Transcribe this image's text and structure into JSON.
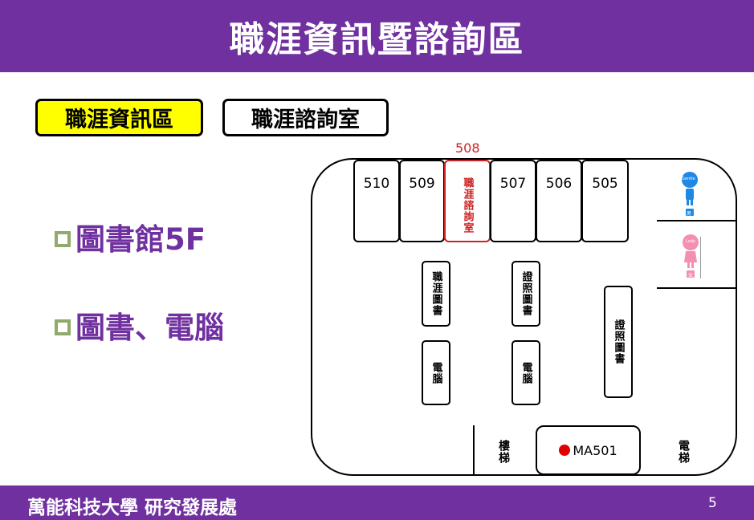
{
  "header": {
    "title": "職涯資訊暨諮詢區"
  },
  "tags": {
    "info": "職涯資訊區",
    "consult": "職涯諮詢室"
  },
  "bullets": [
    "圖書館5F",
    "圖書、電腦"
  ],
  "map": {
    "room_508_number": "508",
    "room_508_name": "職涯諮詢室",
    "rooms": [
      "510",
      "509",
      "507",
      "506",
      "505"
    ],
    "shelves": {
      "career_books": "職涯圖書",
      "computer_1": "電腦",
      "license_books_1": "證照圖書",
      "computer_2": "電腦",
      "license_books_2": "證照圖書"
    },
    "stairs": "樓梯",
    "elevator": "電梯",
    "ma501": "MA501",
    "restroom_men_sign": "Gentle",
    "restroom_men_char": "男",
    "restroom_women_sign": "Lady",
    "restroom_women_char": "女"
  },
  "colors": {
    "brand_purple": "#7030a0",
    "tag_yellow": "#ffff00",
    "room_red": "#cc2222",
    "bullet_green": "#8faa6a"
  },
  "footer": {
    "org": "萬能科技大學 研究發展處",
    "page": "5"
  }
}
